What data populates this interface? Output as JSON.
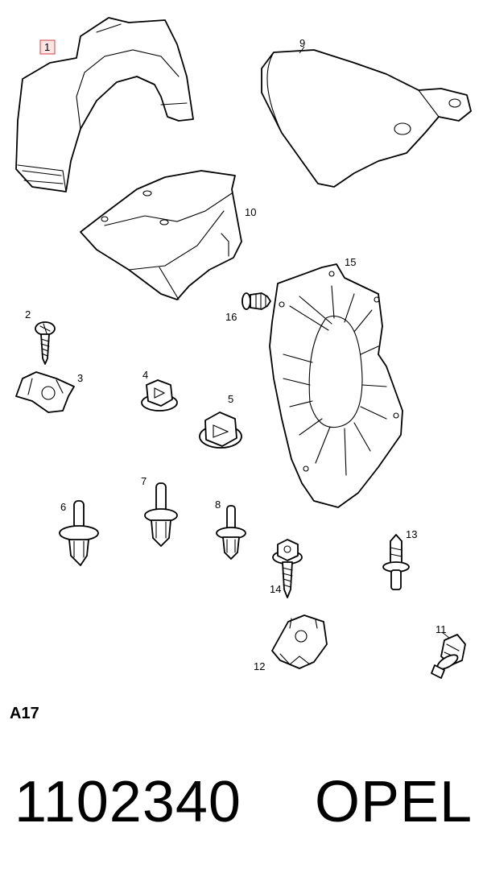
{
  "callouts": {
    "p1": "1",
    "p2": "2",
    "p3": "3",
    "p4": "4",
    "p5": "5",
    "p6": "6",
    "p7": "7",
    "p8": "8",
    "p9": "9",
    "p10": "10",
    "p11": "11",
    "p12": "12",
    "p13": "13",
    "p14": "14",
    "p15": "15",
    "p16": "16"
  },
  "highlight": {
    "part": "1",
    "color": "#d04040",
    "fill": "#fde4e4"
  },
  "section_code": "A17",
  "footer": {
    "part_number": "1102340",
    "brand": "OPEL"
  }
}
